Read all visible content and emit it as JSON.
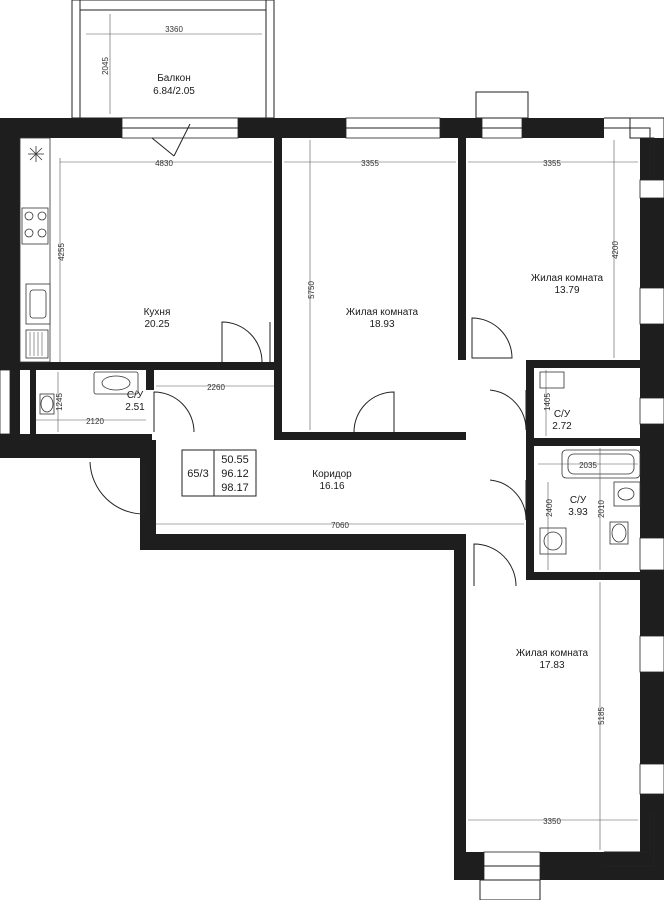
{
  "rooms": {
    "balcony": {
      "name": "Балкон",
      "area": "6.84/2.05"
    },
    "kitchen": {
      "name": "Кухня",
      "area": "20.25"
    },
    "living_1": {
      "name": "Жилая комната",
      "area": "18.93"
    },
    "living_2": {
      "name": "Жилая комната",
      "area": "13.79"
    },
    "bath_1": {
      "name": "С/У",
      "area": "2.51"
    },
    "bath_2": {
      "name": "С/У",
      "area": "2.72"
    },
    "bath_3": {
      "name": "С/У",
      "area": "3.93"
    },
    "corridor": {
      "name": "Коридор",
      "area": "16.16"
    },
    "living_3": {
      "name": "Жилая комната",
      "area": "17.83"
    }
  },
  "dimensions": {
    "balcony_width": "3360",
    "balcony_depth": "2045",
    "kitchen_width": "4830",
    "kitchen_depth": "4255",
    "living_1_width": "3355",
    "living_1_depth": "5750",
    "living_2_width": "3355",
    "living_2_depth": "4200",
    "hall_width": "2260",
    "bath_1_width": "2120",
    "bath_1_depth": "1245",
    "bath_2_depth": "1405",
    "bath_3_width": "2035",
    "bath_3_depth": "2010",
    "laundry_depth": "2400",
    "corridor_length": "7060",
    "living_3_depth": "5185",
    "living_3_width": "3350"
  },
  "info": {
    "code": "65/3",
    "area_living": "50.55",
    "area_total": "96.12",
    "area_with_balcony": "98.17"
  }
}
